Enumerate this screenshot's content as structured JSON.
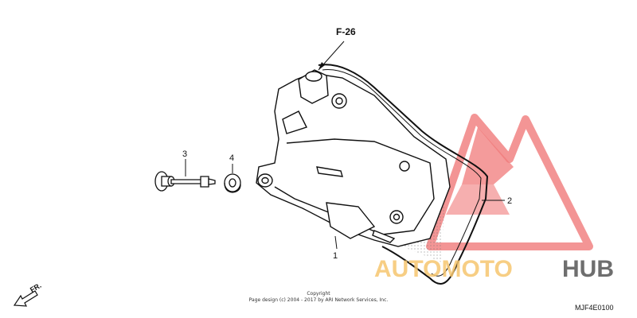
{
  "diagram": {
    "reference_label": "F-26",
    "callouts": [
      "1",
      "2",
      "3",
      "4"
    ],
    "front_marker": "FR.",
    "diagram_code": "MJF4E0100",
    "copyright_line1": "Copyright",
    "copyright_line2": "Page design (c) 2004 - 2017 by ARI Network Services, Inc."
  },
  "watermark": {
    "part1": "AUTOMOTO",
    "part2": "HUB",
    "color_accent": "#f07a7a",
    "color_text1": "#f6c56e",
    "color_text2": "#555555"
  }
}
